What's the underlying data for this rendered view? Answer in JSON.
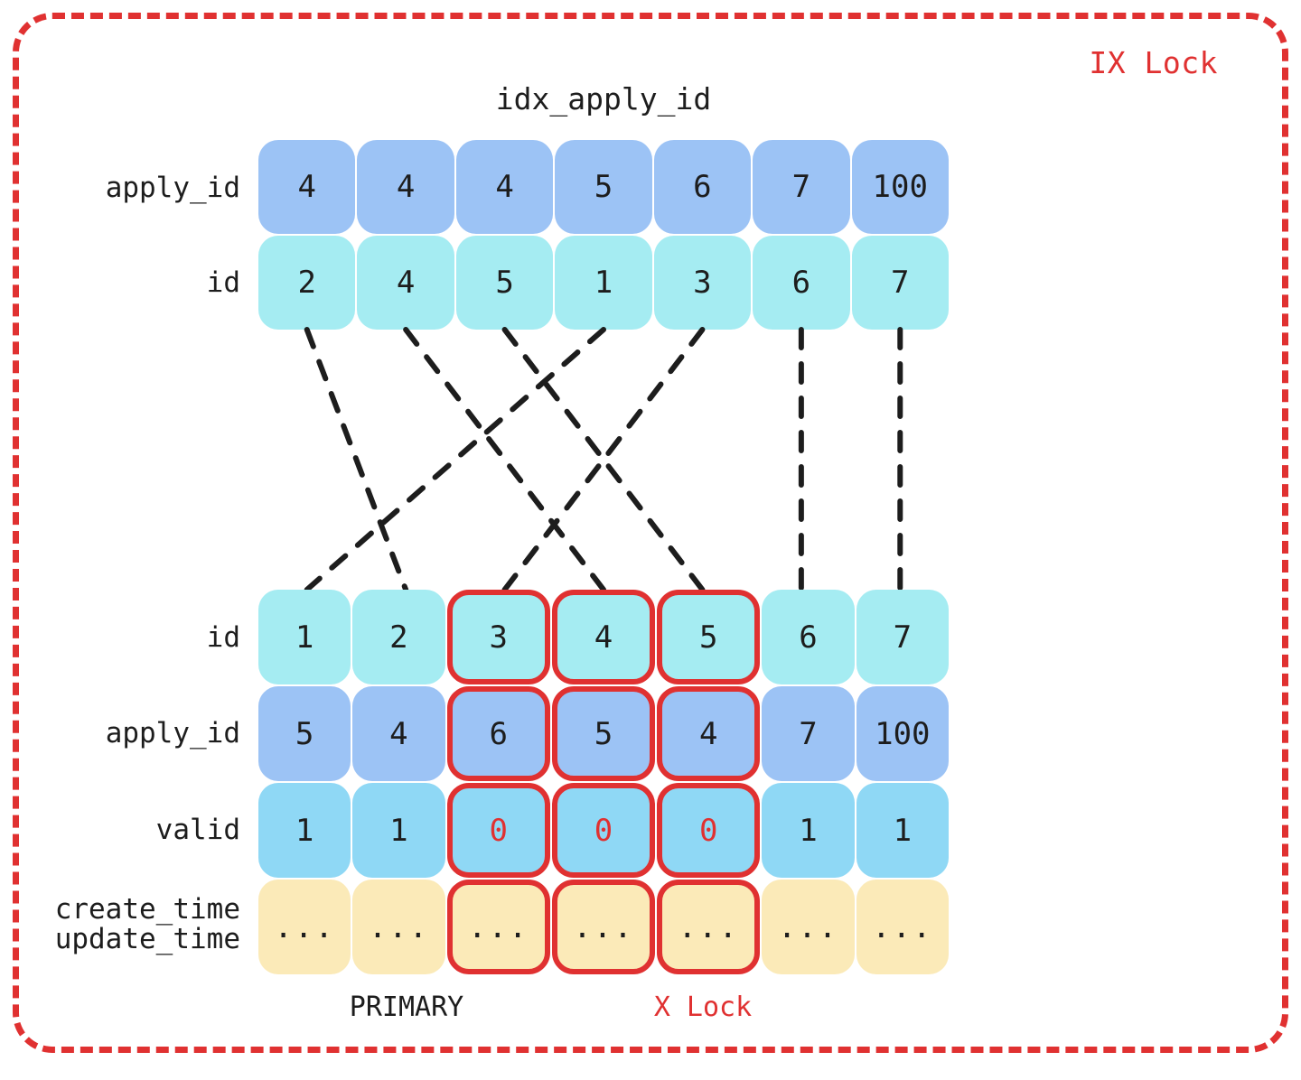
{
  "frame": {
    "lock_label": "IX Lock",
    "lock_color": "#e03131"
  },
  "index": {
    "title": "idx_apply_id",
    "rows": [
      {
        "label": "apply_id",
        "color": "#9cc3f5",
        "values": [
          "4",
          "4",
          "4",
          "5",
          "6",
          "7",
          "100"
        ]
      },
      {
        "label": "id",
        "color": "#a5ecf2",
        "values": [
          "2",
          "4",
          "5",
          "1",
          "3",
          "6",
          "7"
        ]
      }
    ]
  },
  "primary": {
    "title": "PRIMARY",
    "lock_label": "X Lock",
    "lock_color": "#e03131",
    "locked_columns": [
      2,
      3,
      4
    ],
    "rows": [
      {
        "label": "id",
        "color": "#a5ecf2",
        "values": [
          "1",
          "2",
          "3",
          "4",
          "5",
          "6",
          "7"
        ],
        "highlight": [
          false,
          false,
          false,
          false,
          false,
          false,
          false
        ]
      },
      {
        "label": "apply_id",
        "color": "#9cc3f5",
        "values": [
          "5",
          "4",
          "6",
          "5",
          "4",
          "7",
          "100"
        ],
        "highlight": [
          false,
          false,
          false,
          false,
          false,
          false,
          false
        ]
      },
      {
        "label": "valid",
        "color": "#8fd8f5",
        "values": [
          "1",
          "1",
          "0",
          "0",
          "0",
          "1",
          "1"
        ],
        "highlight": [
          false,
          false,
          true,
          true,
          true,
          false,
          false
        ]
      },
      {
        "label": "create_time\nupdate_time",
        "color": "#fbeab8",
        "values": [
          "...",
          "...",
          "...",
          "...",
          "...",
          "...",
          "..."
        ],
        "highlight": [
          false,
          false,
          false,
          false,
          false,
          false,
          false
        ]
      }
    ]
  },
  "connectors": {
    "style": "dashed",
    "color": "#1d1d1d",
    "note": "maps index id column position to primary id column position",
    "mapping": [
      {
        "from_index_col": 0,
        "from_id": "2",
        "to_primary_col": 1
      },
      {
        "from_index_col": 1,
        "from_id": "4",
        "to_primary_col": 3
      },
      {
        "from_index_col": 2,
        "from_id": "5",
        "to_primary_col": 4
      },
      {
        "from_index_col": 3,
        "from_id": "1",
        "to_primary_col": 0
      },
      {
        "from_index_col": 4,
        "from_id": "3",
        "to_primary_col": 2
      },
      {
        "from_index_col": 5,
        "from_id": "6",
        "to_primary_col": 5
      },
      {
        "from_index_col": 6,
        "from_id": "7",
        "to_primary_col": 6
      }
    ]
  }
}
